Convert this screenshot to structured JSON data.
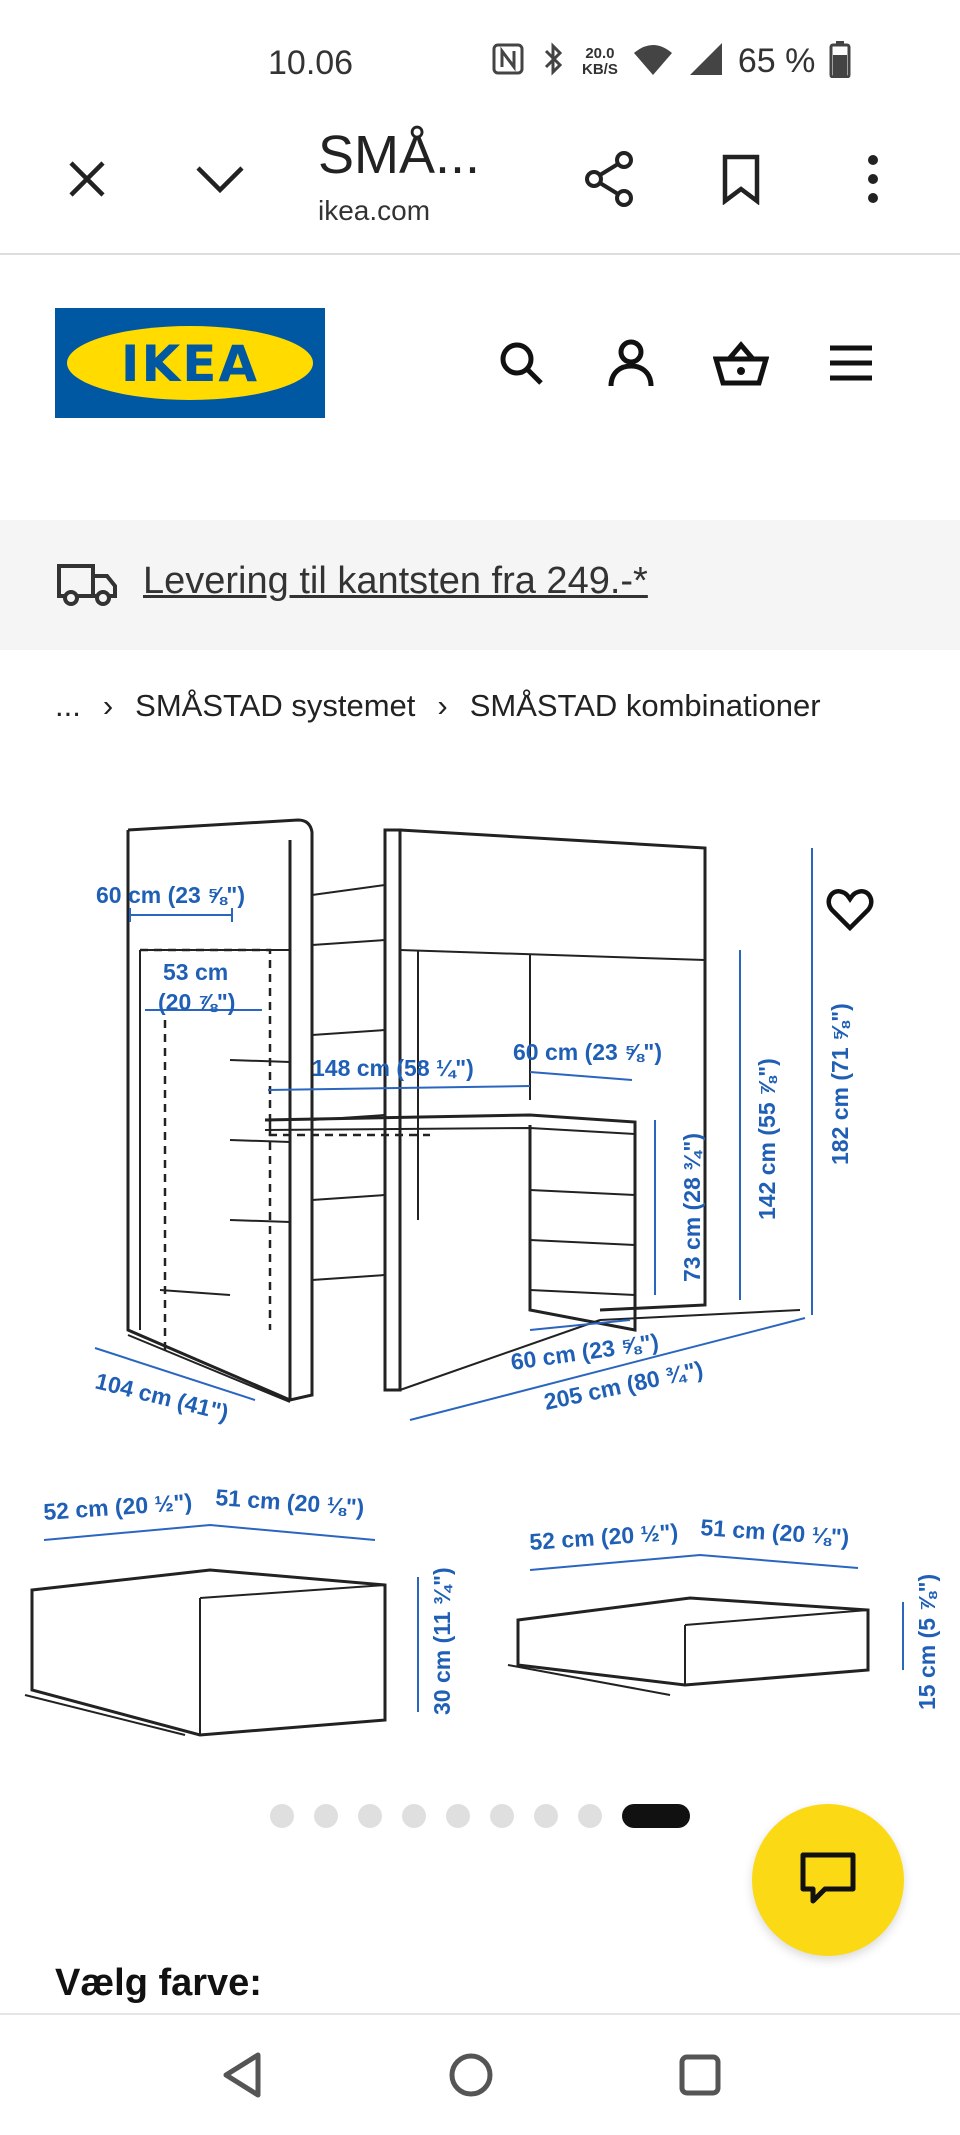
{
  "status_bar": {
    "time": "10.06",
    "network_speed": "20.0",
    "network_unit": "KB/S",
    "battery": "65 %"
  },
  "browser": {
    "page_title": "SMÅ...",
    "url": "ikea.com"
  },
  "site": {
    "logo_text": "IKEA",
    "brand_blue": "#0058a3",
    "brand_yellow": "#ffdb00"
  },
  "banner": {
    "text": "Levering til kantsten fra 249.-*"
  },
  "breadcrumb": {
    "items": [
      "...",
      "SMÅSTAD systemet",
      "SMÅSTAD kombinationer"
    ],
    "separator": "›"
  },
  "product_image": {
    "dims": {
      "top_width": "60 cm (23 ⅝\")",
      "shelf_depth_1": "53 cm",
      "shelf_depth_2": "(20 ⅞\")",
      "desk_length": "148 cm (58 ¼\")",
      "drawer_width": "60 cm (23 ⅝\")",
      "desk_height": "73 cm (28 ¾\")",
      "under_height": "142 cm (55 ⅞\")",
      "total_height": "182 cm (71 ⅝\")",
      "depth": "104 cm (41\")",
      "cabinet_width": "60 cm (23 ⅝\")",
      "total_length": "205 cm (80 ¾\")",
      "big_drawer_w": "52 cm (20 ½\")",
      "big_drawer_d": "51 cm (20 ⅛\")",
      "big_drawer_h": "30 cm (11 ¾\")",
      "small_drawer_w": "52 cm (20 ½\")",
      "small_drawer_d": "51 cm (20 ⅛\")",
      "small_drawer_h": "15 cm (5 ⅞\")"
    },
    "carousel": {
      "total": 9,
      "active_index": 8
    }
  },
  "product": {
    "color_label": "Vælg farve:"
  },
  "chat_color": "#fbd914"
}
